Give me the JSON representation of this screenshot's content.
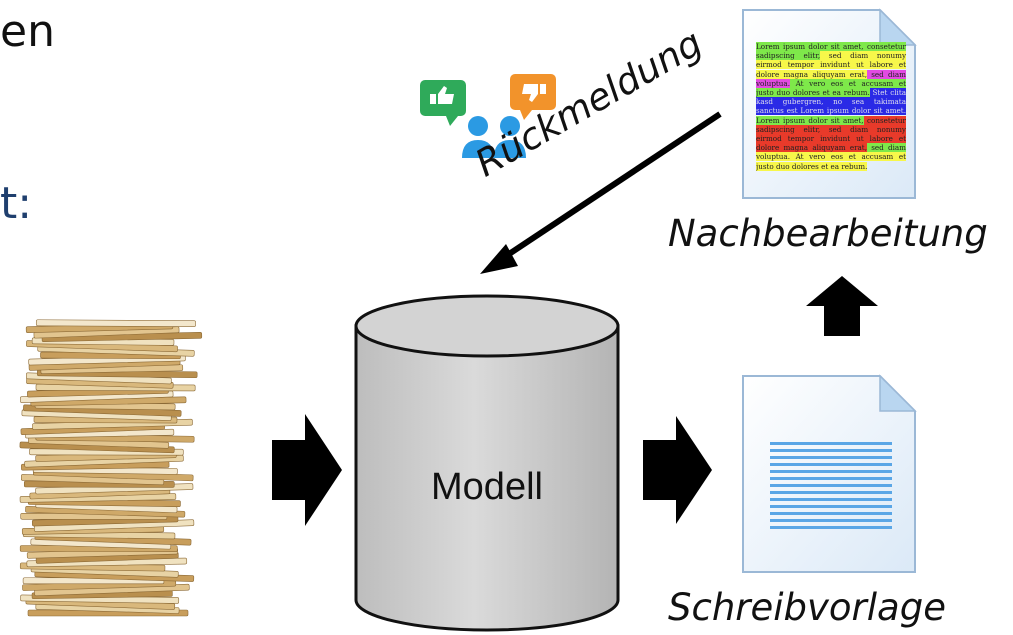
{
  "fragments": {
    "top_left": "en",
    "mid_left": "t:"
  },
  "labels": {
    "model": "Modell",
    "feedback": "Rückmeldung",
    "post_processing": "Nachbearbeitung",
    "template": "Schreibvorlage"
  },
  "document_text": [
    {
      "text": "Lorem ipsum dolor sit amet, consetetur sadipscing elitr,",
      "highlight": "#7ee84a"
    },
    {
      "text": " sed diam nonumy",
      "highlight": "#f7f74a"
    },
    {
      "text": " eirmod tempor invidunt ut labore et dolore magna aliquyam erat,",
      "highlight": "#f7f74a"
    },
    {
      "text": " sed diam",
      "highlight": "#e24ae2"
    },
    {
      "text": " voluptua.",
      "highlight": "#e24ae2"
    },
    {
      "text": " At vero eos et accusam et justo duo dolores et ea rebum.",
      "highlight": "#7ee84a"
    },
    {
      "text": " Stet clita kasd gubergren, no sea takimata sanctus est",
      "highlight": "#2a2ae6"
    },
    {
      "text": " Lorem ipsum dolor sit amet.",
      "highlight": "#2a2ae6"
    },
    {
      "text": " Lorem",
      "highlight": "#7ee84a"
    },
    {
      "text": " ipsum dolor sit amet,",
      "highlight": "#7ee84a"
    },
    {
      "text": " consetetur",
      "highlight": "#e83a2a"
    },
    {
      "text": " sadipscing elitr, sed diam nonumy eirmod tempor invidunt ut labore et dolore magna aliquyam erat,",
      "highlight": "#e83a2a"
    },
    {
      "text": " sed diam",
      "highlight": "#7ee84a"
    },
    {
      "text": " voluptua. At vero eos et accusam et justo duo dolores et ea rebum.",
      "highlight": "#f7f74a"
    }
  ],
  "colors": {
    "cylinder_fill": "#d0d0d0",
    "arrow": "#000000",
    "doc_fold": "#b9d6f0",
    "doc_lines": "#5aa6e6",
    "person": "#2b9ae3",
    "bubble_green": "#2faa5a",
    "bubble_orange": "#f2932b",
    "fragment_blue": "#1f3f6e"
  },
  "icons": [
    "paper-stack-image",
    "feedback-people-icon",
    "document-icon",
    "highlighted-document-icon"
  ]
}
